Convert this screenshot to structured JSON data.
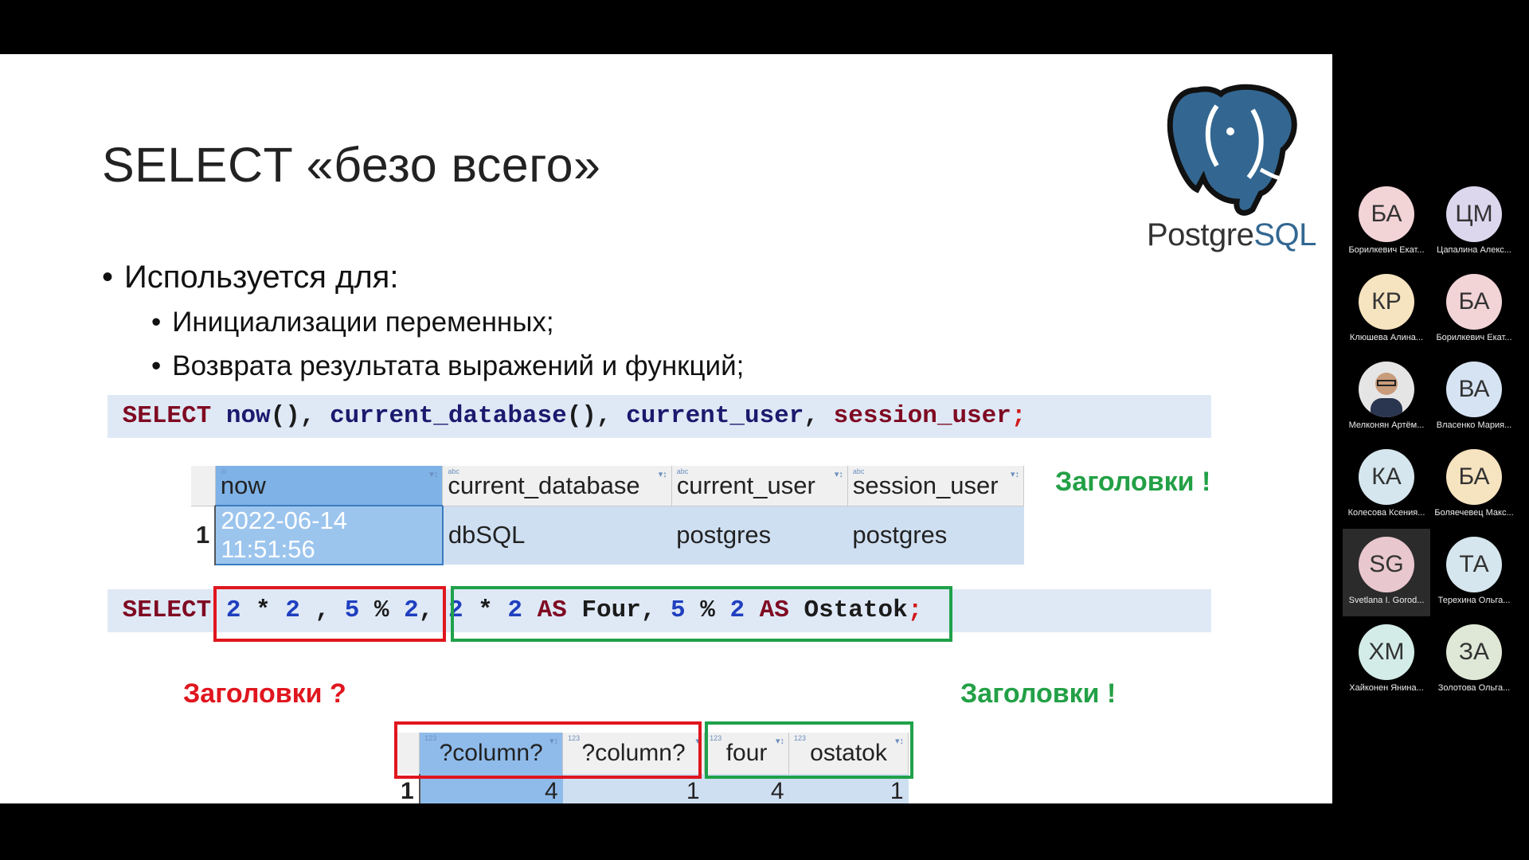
{
  "slide": {
    "title": "SELECT «безо всего»",
    "bullet_main": "Используется для:",
    "bullets_sub": [
      "Инициализации переменных;",
      "Возврата результата выражений и функций;"
    ],
    "logo_text_a": "Postgre",
    "logo_text_b": "SQL",
    "query1": {
      "select": "SELECT ",
      "t1": "now",
      "p1": "(), ",
      "t2": "current_database",
      "p2": "(), ",
      "t3": "current_user",
      "p3": ", ",
      "t4": "session_user",
      "semi": ";"
    },
    "result1": {
      "headers": [
        "now",
        "current_database",
        "current_user",
        "session_user"
      ],
      "row_num": "1",
      "row": [
        "2022-06-14 11:51:56",
        "dbSQL",
        "postgres",
        "postgres"
      ]
    },
    "label_headers_ok": "Заголовки !",
    "label_headers_q": "Заголовки ?",
    "query2": {
      "select": "SELECT ",
      "a": "2",
      "b": " * ",
      "c": "2",
      "d": " , ",
      "e": "5",
      "f": " % ",
      "g": "2",
      "h": ", ",
      "i": "2",
      "j": " * ",
      "k": "2",
      "l": " AS ",
      "m": "Four",
      "n": ", ",
      "o": "5",
      "p": " % ",
      "q": "2",
      "r": " AS ",
      "s": "Ostatok",
      "semi": ";"
    },
    "result2": {
      "headers": [
        "?column?",
        "?column?",
        "four",
        "ostatok"
      ],
      "row_num": "1",
      "row": [
        "4",
        "1",
        "4",
        "1"
      ]
    }
  },
  "participants": [
    {
      "initials": "БА",
      "name": "Борилкевич Екат...",
      "color": "#f2d3d6"
    },
    {
      "initials": "ЦМ",
      "name": "Цапалина Алекс...",
      "color": "#ddd7ee"
    },
    {
      "initials": "КР",
      "name": "Клюшева Алина...",
      "color": "#f6e3bf"
    },
    {
      "initials": "БА",
      "name": "Борилкевич Екат...",
      "color": "#f2d3d6"
    },
    {
      "initials": "",
      "name": "Мелконян Артём...",
      "color": "#e5e5e5"
    },
    {
      "initials": "ВА",
      "name": "Власенко Мария...",
      "color": "#d6e3f3"
    },
    {
      "initials": "КА",
      "name": "Колесова Ксения...",
      "color": "#d5e6ee"
    },
    {
      "initials": "БА",
      "name": "Боляечевец Макс...",
      "color": "#f6e3bf"
    },
    {
      "initials": "SG",
      "name": "Svetlana I. Gorod...",
      "color": "#e9c7cf"
    },
    {
      "initials": "ТА",
      "name": "Терехина Ольга...",
      "color": "#d5e6ee"
    },
    {
      "initials": "ХМ",
      "name": "Хайконен Янина...",
      "color": "#d3ece7"
    },
    {
      "initials": "ЗА",
      "name": "Золотова Ольга...",
      "color": "#dfe8d6"
    }
  ]
}
